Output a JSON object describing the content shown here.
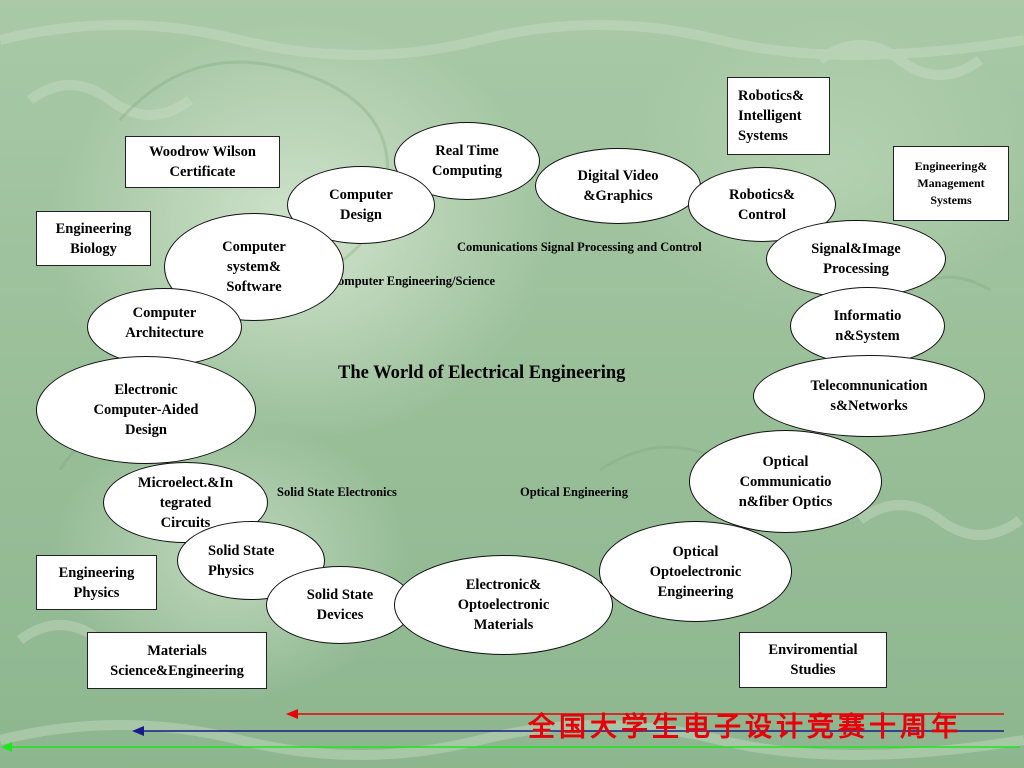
{
  "title": "The World of Electrical Engineering",
  "regions": {
    "communications": "Comunications Signal Processing and Control",
    "computer": "Computer Engineering/Science",
    "solid_state": "Solid State Electronics",
    "optical": "Optical  Engineering"
  },
  "areas": {
    "real_time": "Real Time\nComputing",
    "digital_video": "Digital Video\n&Graphics",
    "computer_design": "Computer\nDesign",
    "robotics_control": "Robotics&\nControl",
    "computer_system": "Computer\nsystem&\nSoftware",
    "signal_image": "Signal&Image\nProcessing",
    "computer_architecture": "Computer\nArchitecture",
    "information_system": "Informatio\nn&System",
    "electronic_cad": "Electronic\nComputer-Aided\nDesign",
    "telecom": "Telecomnunication\ns&Networks",
    "microelectronics": "Microelect.&In\ntegrated\nCircuits",
    "optical_communication": "Optical\nCommunicatio\nn&fiber Optics",
    "solid_state_physics": "Solid  State\nPhysics",
    "optical_optoelectronic": "Optical\nOptoelectronic\nEngineering",
    "solid_state_devices": "Solid State\nDevices",
    "electronic_optoelectronic_materials": "Electronic&\nOptoelectronic\nMaterials"
  },
  "related": {
    "woodrow_wilson": "Woodrow Wilson\nCertificate",
    "robotics_intelligent": "Robotics&\nIntelligent\nSystems",
    "engineering_management": "Engineering&\nManagement\nSystems",
    "engineering_biology": "Engineering\nBiology",
    "engineering_physics": "Engineering\nPhysics",
    "materials_science": "Materials\nScience&Engineering",
    "environmental_studies": "Enviromential\nStudies"
  },
  "footer": {
    "text": "全国大学生电子设计竞赛十周年"
  },
  "colors": {
    "background": "#9bc09a",
    "footer_text": "#e8000b",
    "red_line": "#e8000b",
    "blue_line": "#1a1a8c",
    "green_line": "#1ee61e"
  }
}
